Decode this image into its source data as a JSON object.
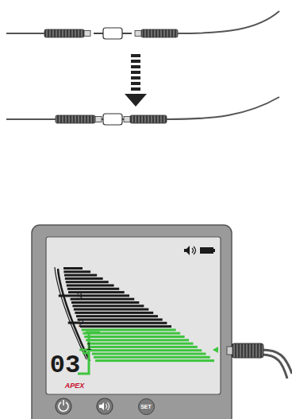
{
  "diagram": {
    "nodes": [
      {
        "text": [
          "SET"
        ]
      }
    ],
    "labels": [
      "3",
      "2",
      "1",
      "03",
      "APEX"
    ]
  }
}
